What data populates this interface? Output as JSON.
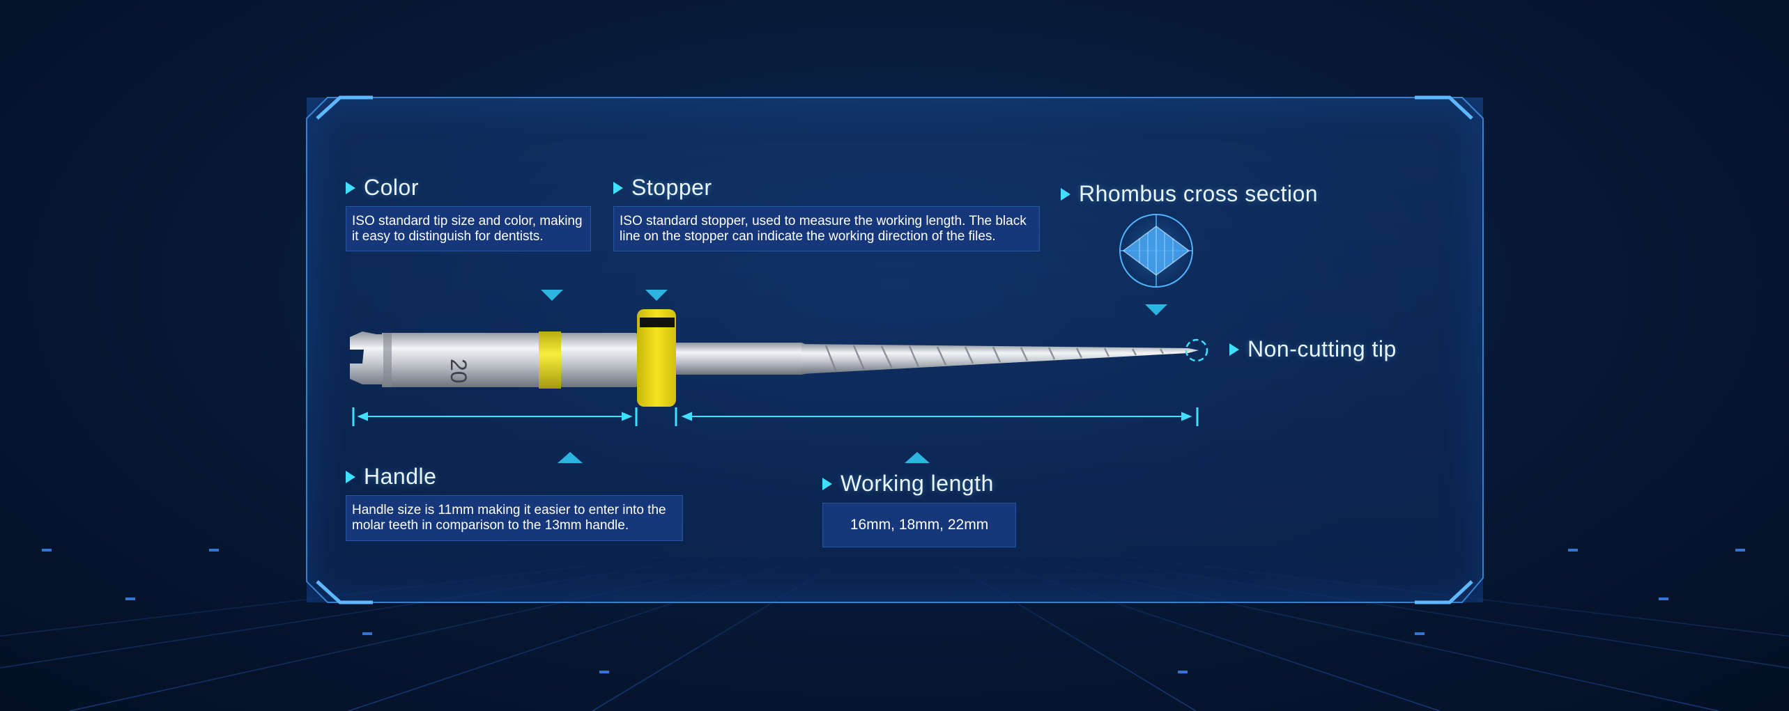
{
  "features": {
    "color": {
      "title": "Color",
      "description": "ISO standard tip size and color, making it easy to distinguish for dentists."
    },
    "stopper": {
      "title": "Stopper",
      "description": "ISO standard stopper, used to measure the working length. The black line on the stopper can indicate the working direction of the files."
    },
    "rhombus": {
      "title": "Rhombus cross section"
    },
    "tip": {
      "title": "Non-cutting tip"
    },
    "handle": {
      "title": "Handle",
      "description": "Handle size is 11mm making it easier to enter into the molar teeth in comparison to the 13mm handle."
    },
    "working_length": {
      "title": "Working length",
      "value": "16mm, 18mm, 22mm"
    }
  },
  "handle_engraving": "20",
  "colors": {
    "accent": "#3fe0ff",
    "panel": "#16387a",
    "stopper": "#f2e01c",
    "color_band": "#e8df2a",
    "frame": "#4aa8ff"
  },
  "icons": [
    "triangle-marker-icon",
    "rhombus-cross-section-icon",
    "dimension-arrow-icon",
    "chevron-marker-icon"
  ]
}
